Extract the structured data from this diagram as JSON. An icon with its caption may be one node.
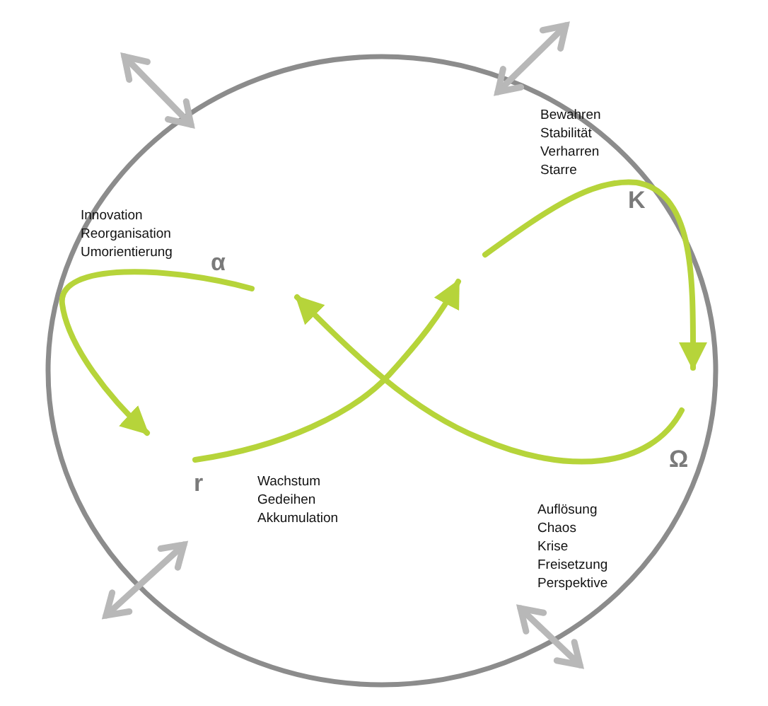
{
  "diagram": {
    "nodes": [
      {
        "text": [
          "α"
        ],
        "beside": [
          "Innovation",
          "Reorganisation",
          "Umorientierung"
        ]
      },
      {
        "text": [
          "r"
        ],
        "beside": [
          "Wachstum",
          "Gedeihen",
          "Akkumulation"
        ]
      },
      {
        "text": [
          "K"
        ],
        "beside": [
          "Bewahren",
          "Stabilität",
          "Verharren",
          "Starre"
        ]
      },
      {
        "text": [
          "Ω"
        ],
        "beside": [
          "Auflösung",
          "Chaos",
          "Krise",
          "Freisetzung",
          "Perspektive"
        ]
      }
    ],
    "edges": [
      {
        "from": 0,
        "to": 1,
        "arrow": "to"
      },
      {
        "from": 1,
        "to": 2,
        "arrow": "to"
      },
      {
        "from": 2,
        "to": 3,
        "arrow": "to"
      },
      {
        "from": 3,
        "to": 0,
        "arrow": "to"
      }
    ]
  }
}
